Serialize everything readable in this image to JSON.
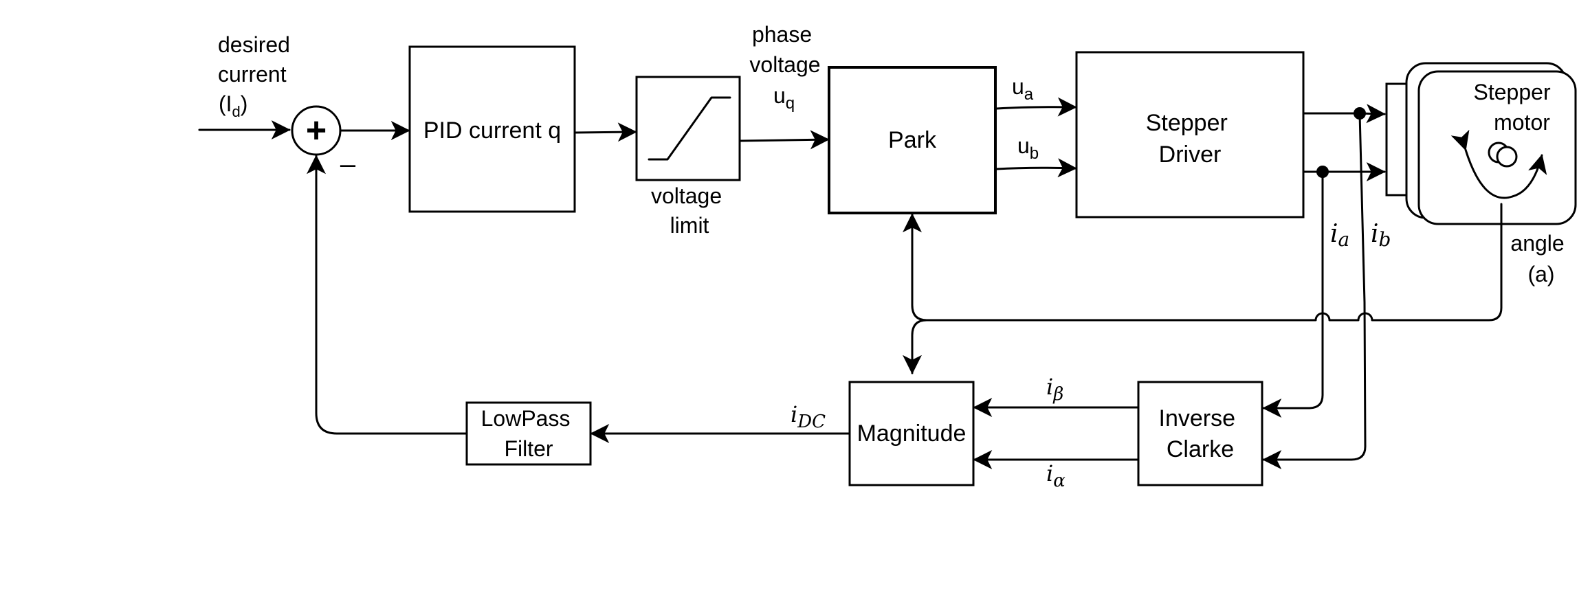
{
  "colors": {
    "line": "#000000",
    "background": "#ffffff"
  },
  "labels": {
    "desired_current": [
      "desired",
      "current"
    ],
    "id_open": "(I",
    "id_sub": "d",
    "id_close": ")",
    "sum_plus": "+",
    "sum_minus": "–",
    "phase_voltage": [
      "phase",
      "voltage"
    ],
    "uq_main": "u",
    "uq_sub": "q",
    "ua_main": "u",
    "ua_sub": "a",
    "ub_main": "u",
    "ub_sub": "b",
    "ia_main": "i",
    "ia_sub": "a",
    "ib_main": "i",
    "ib_sub": "b",
    "angle": [
      "angle",
      "(a)"
    ],
    "ibeta_main": "i",
    "ibeta_sub": "β",
    "ialpha_main": "i",
    "ialpha_sub": "α",
    "idc_main": "i",
    "idc_sub": "DC"
  },
  "blocks": {
    "pid": "PID current q",
    "voltage_limit": [
      "voltage",
      "limit"
    ],
    "park": "Park",
    "stepper_driver": [
      "Stepper",
      "Driver"
    ],
    "stepper_motor": [
      "Stepper",
      "motor"
    ],
    "magnitude": "Magnitude",
    "inverse_clarke": [
      "Inverse",
      "Clarke"
    ],
    "lowpass": [
      "LowPass",
      "Filter"
    ]
  },
  "icons": {
    "summing_junction": "sum-circle-icon",
    "saturation": "saturation-curve-icon",
    "rotation": "rotation-arrow-icon",
    "shaft": "motor-shaft-icon"
  }
}
